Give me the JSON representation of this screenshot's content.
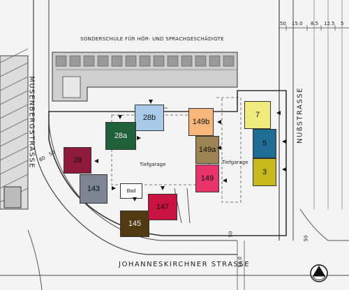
{
  "school_label": "SONDERSCHULE FÜR HÖR- UND SPRACHGESCHÄDIGTE",
  "streets": {
    "west": "MUSENBERGSTRASSE",
    "east": "NUßSTRASSE",
    "south": "JOHANNESKIRCHNER STRASSE"
  },
  "underground_labels": [
    "Tiefgarage",
    "Tiefgarage"
  ],
  "bath_label": "Bad",
  "dimensions_top": [
    "50",
    "15.0",
    "8.5",
    "12.5",
    "5"
  ],
  "dimensions_left": [
    "80",
    "50"
  ],
  "dimensions_bottom": [
    "50",
    "50.0"
  ],
  "dimensions_right": [
    "50"
  ],
  "buildings": [
    {
      "id": "28b",
      "color": "#a9cbe9"
    },
    {
      "id": "28a",
      "color": "#1f5f3a"
    },
    {
      "id": "28",
      "color": "#8f1a3a"
    },
    {
      "id": "143",
      "color": "#7c8591"
    },
    {
      "id": "145",
      "color": "#4f3a12"
    },
    {
      "id": "147",
      "color": "#c9123f"
    },
    {
      "id": "149b",
      "color": "#f7b77a"
    },
    {
      "id": "149a",
      "color": "#9e8454"
    },
    {
      "id": "149",
      "color": "#e8336b"
    },
    {
      "id": "7",
      "color": "#f1ea7d"
    },
    {
      "id": "5",
      "color": "#1f6c95"
    },
    {
      "id": "3",
      "color": "#c7b81f"
    }
  ],
  "north_icon": "north-arrow-icon"
}
